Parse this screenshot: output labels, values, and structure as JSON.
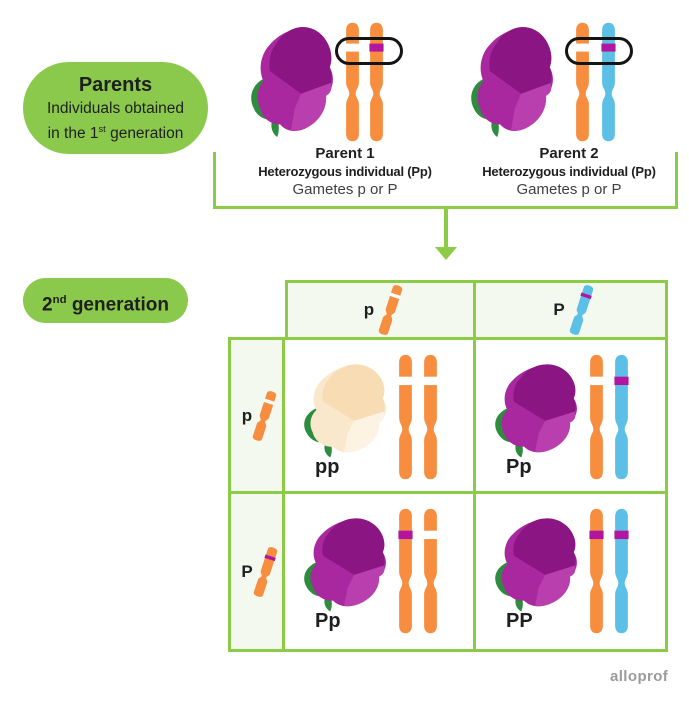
{
  "colors": {
    "bubble_green": "#8bc94c",
    "line_green": "#8bcb45",
    "header_bg": "#f3f9ee",
    "orange": "#f68d3f",
    "blue": "#5cc0e6",
    "magenta_band": "#b215a0",
    "white_band": "#ffffff",
    "ring_black": "#141414",
    "text": "#1f1f1f",
    "gray_text": "#404040",
    "logo_gray": "#9b9b9b",
    "flowers": {
      "purple": {
        "dark": "#8a1583",
        "mid": "#a928a0",
        "light": "#b93fae",
        "leaf": "#2d8c3e"
      },
      "pale": {
        "dark": "#f8ddb4",
        "mid": "#fae8cd",
        "light": "#fdf3e3",
        "leaf": "#2d8c3e"
      }
    }
  },
  "parents_bubble": {
    "title": "Parents",
    "line1": "Individuals obtained",
    "line2_pre": "in the 1",
    "line2_sup": "st",
    "line2_post": " generation"
  },
  "parent1": {
    "name": "Parent 1",
    "desc": "Heterozygous individual (Pp)",
    "gametes": "Gametes p or P",
    "flower": "purple",
    "chromosomes": [
      {
        "color": "orange",
        "band": "white"
      },
      {
        "color": "orange",
        "band": "magenta"
      }
    ]
  },
  "parent2": {
    "name": "Parent 2",
    "desc": "Heterozygous individual (Pp)",
    "gametes": "Gametes p or P",
    "flower": "purple",
    "chromosomes": [
      {
        "color": "orange",
        "band": "white"
      },
      {
        "color": "blue",
        "band": "magenta"
      }
    ]
  },
  "generation_bubble": {
    "pre": "2",
    "sup": "nd",
    "post": " generation"
  },
  "punnett": {
    "col_headers": [
      {
        "allele": "p",
        "rod": {
          "color": "orange",
          "band": "white"
        }
      },
      {
        "allele": "P",
        "rod": {
          "color": "blue",
          "band": "magenta"
        }
      }
    ],
    "row_headers": [
      {
        "allele": "p",
        "rod": {
          "color": "orange",
          "band": "white"
        }
      },
      {
        "allele": "P",
        "rod": {
          "color": "orange",
          "band": "magenta"
        }
      }
    ],
    "cells": [
      {
        "genotype": "pp",
        "flower": "pale",
        "chromosomes": [
          {
            "color": "orange",
            "band": "white"
          },
          {
            "color": "orange",
            "band": "white"
          }
        ]
      },
      {
        "genotype": "Pp",
        "flower": "purple",
        "chromosomes": [
          {
            "color": "orange",
            "band": "white"
          },
          {
            "color": "blue",
            "band": "magenta"
          }
        ]
      },
      {
        "genotype": "Pp",
        "flower": "purple",
        "chromosomes": [
          {
            "color": "orange",
            "band": "magenta"
          },
          {
            "color": "orange",
            "band": "white"
          }
        ]
      },
      {
        "genotype": "PP",
        "flower": "purple",
        "chromosomes": [
          {
            "color": "orange",
            "band": "magenta"
          },
          {
            "color": "blue",
            "band": "magenta"
          }
        ]
      }
    ]
  },
  "logo": "alloprof"
}
